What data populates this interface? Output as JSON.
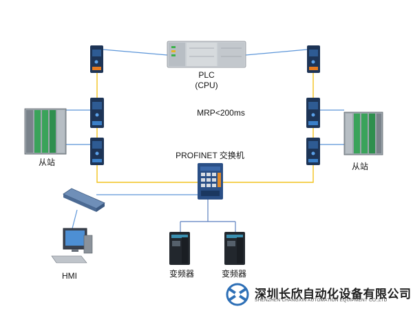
{
  "nodes": {
    "plc": {
      "line1": "PLC",
      "line2": "(CPU)"
    },
    "ring_note": "MRP<200ms",
    "switch": "PROFINET 交换机",
    "station_left": "从站",
    "station_right": "从站",
    "vfd_left": "变频器",
    "vfd_right": "变频器",
    "hmi": "HMI"
  },
  "watermark": {
    "company_cn": "深圳长欣自动化设备有限公司",
    "company_en": "SHENZHEN CHANGXIN AUTOMATION EQUIPMENT CO.,LTD"
  },
  "colors": {
    "ring": "#f2c21b",
    "ethernet": "#4f8fd6",
    "drop": "#5b7fbf",
    "logo_blue": "#2d6fb6"
  }
}
